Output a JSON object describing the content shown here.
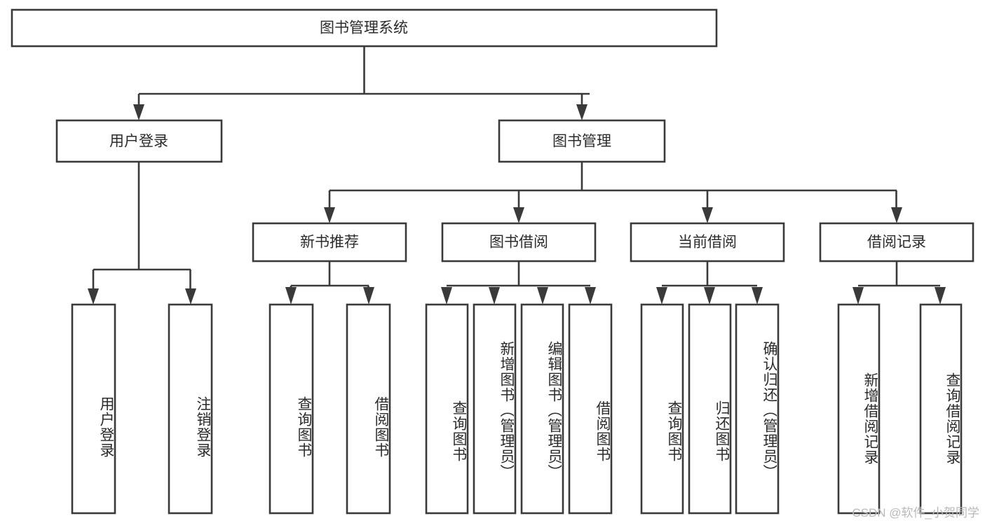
{
  "diagram": {
    "type": "hierarchy-tree",
    "title": "图书管理系统",
    "watermark": "CSDN @软件_小贺同学",
    "colors": {
      "stroke": "#3a3a3a",
      "box_fill": "#ffffff",
      "text": "#2b2b2b",
      "background": "#ffffff",
      "watermark": "#b9b9b9"
    },
    "root": {
      "label": "图书管理系统",
      "children": [
        {
          "label": "用户登录",
          "children": [
            {
              "label": "用户登录"
            },
            {
              "label": "注销登录"
            }
          ]
        },
        {
          "label": "图书管理",
          "children": [
            {
              "label": "新书推荐",
              "children": [
                {
                  "label": "查询图书"
                },
                {
                  "label": "借阅图书"
                }
              ]
            },
            {
              "label": "图书借阅",
              "children": [
                {
                  "label": "查询图书"
                },
                {
                  "label": "新增图书（管理员）"
                },
                {
                  "label": "编辑图书（管理员）"
                },
                {
                  "label": "借阅图书"
                }
              ]
            },
            {
              "label": "当前借阅",
              "children": [
                {
                  "label": "查询图书"
                },
                {
                  "label": "归还图书"
                },
                {
                  "label": "确认归还（管理员）"
                }
              ]
            },
            {
              "label": "借阅记录",
              "children": [
                {
                  "label": "新增借阅记录"
                },
                {
                  "label": "查询借阅记录"
                }
              ]
            }
          ]
        }
      ]
    },
    "nodes": {
      "root": {
        "label": "图书管理系统"
      },
      "user_login": {
        "label": "用户登录"
      },
      "book_manage": {
        "label": "图书管理"
      },
      "user_login_leaf_1": {
        "label": "用户登录"
      },
      "user_login_leaf_2": {
        "label": "注销登录"
      },
      "new_book_rec": {
        "label": "新书推荐"
      },
      "new_book_rec_leaf_1": {
        "label": "查询图书"
      },
      "new_book_rec_leaf_2": {
        "label": "借阅图书"
      },
      "book_borrow": {
        "label": "图书借阅"
      },
      "book_borrow_leaf_1": {
        "label": "查询图书"
      },
      "book_borrow_leaf_2": {
        "label": "新增图书（管理员）"
      },
      "book_borrow_leaf_3": {
        "label": "编辑图书（管理员）"
      },
      "book_borrow_leaf_4": {
        "label": "借阅图书"
      },
      "current_borrow": {
        "label": "当前借阅"
      },
      "current_borrow_leaf_1": {
        "label": "查询图书"
      },
      "current_borrow_leaf_2": {
        "label": "归还图书"
      },
      "current_borrow_leaf_3": {
        "label": "确认归还（管理员）"
      },
      "borrow_record": {
        "label": "借阅记录"
      },
      "borrow_record_leaf_1": {
        "label": "新增借阅记录"
      },
      "borrow_record_leaf_2": {
        "label": "查询借阅记录"
      }
    }
  }
}
